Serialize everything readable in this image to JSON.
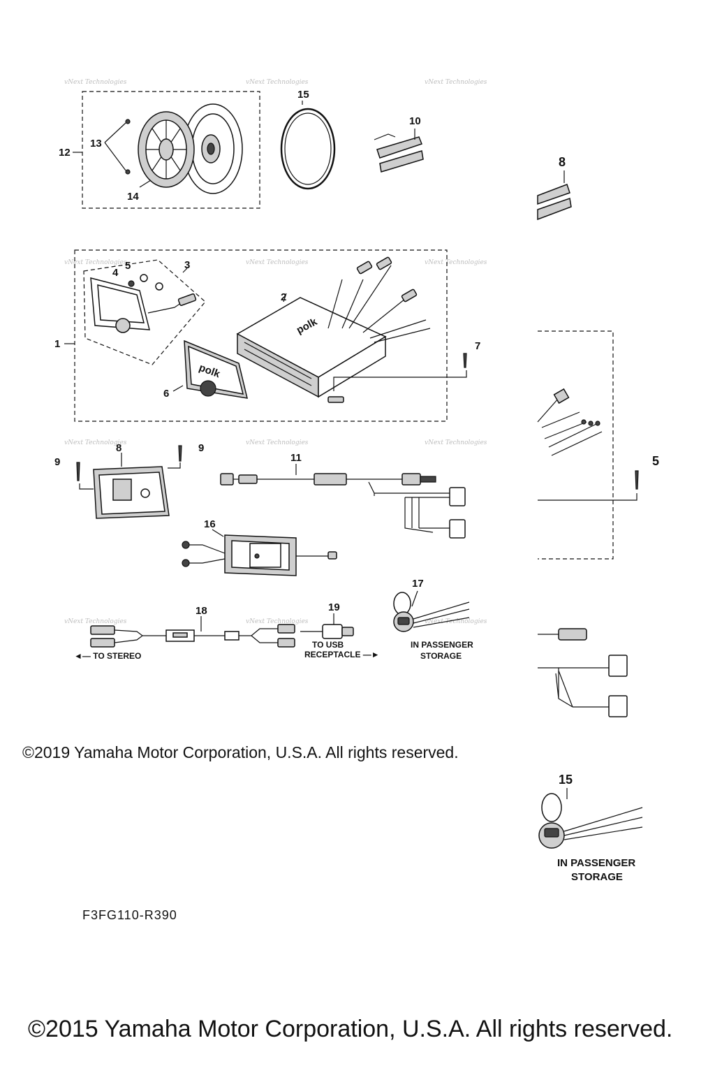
{
  "callouts": {
    "c1": "1",
    "c2": "2",
    "c3": "3",
    "c4": "4",
    "c5": "5",
    "c6": "6",
    "c7": "7",
    "c8": "8",
    "c9": "9",
    "c10": "10",
    "c11": "11",
    "c12": "12",
    "c13": "13",
    "c14": "14",
    "c15": "15",
    "c16": "16",
    "c17": "17",
    "c18": "18",
    "c19": "19"
  },
  "notes": {
    "to_stereo": "◄— TO STEREO",
    "to_usb_1": "TO USB",
    "to_usb_2": "RECEPTACLE —►",
    "in_passenger_1": "IN PASSENGER",
    "in_passenger_2": "STORAGE"
  },
  "brand": {
    "logo_text": "polk"
  },
  "watermark": {
    "text": "vNext Technologies"
  },
  "diagram_code": "F3FG110-R390",
  "copyright_2019": "©2019 Yamaha Motor Corporation, U.S.A. All rights reserved.",
  "copyright_2015": "©2015 Yamaha Motor Corporation, U.S.A. All rights reserved."
}
